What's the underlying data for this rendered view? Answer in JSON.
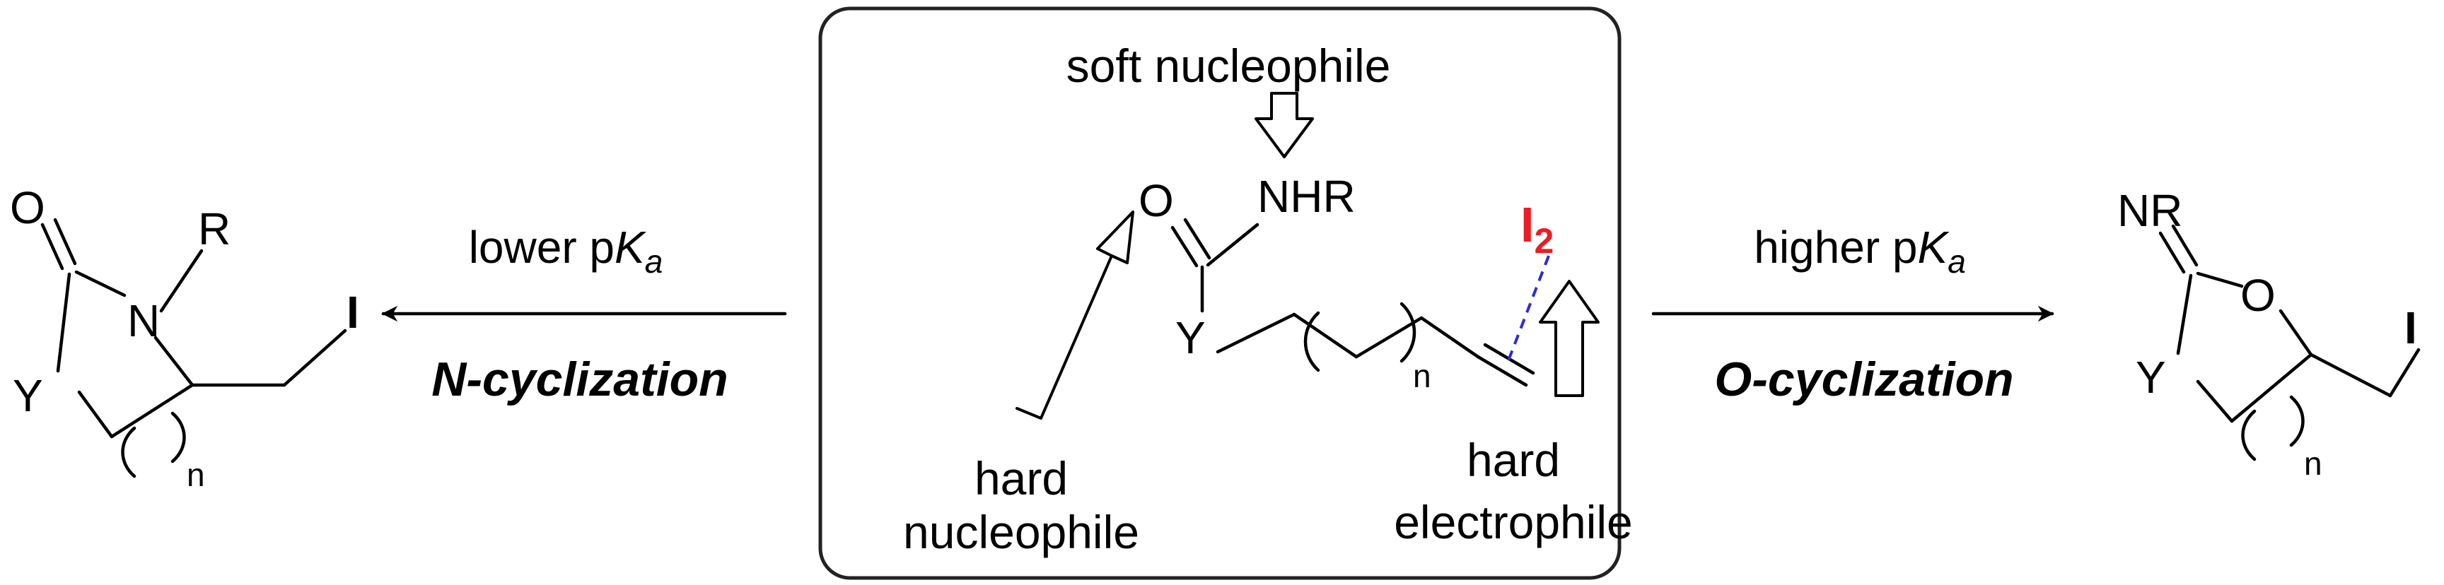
{
  "colors": {
    "iodine": "#ed1c24",
    "dashed_interaction": "#2b2bd9",
    "ink": "#000000",
    "box_border": "#222222"
  },
  "left_product": {
    "atom_o": "O",
    "atom_n": "N",
    "atom_r": "R",
    "atom_y": "Y",
    "atom_i": "I",
    "subscript_n": "n"
  },
  "left_arrow": {
    "condition_prefix": "lower p",
    "condition_k": "K",
    "condition_sub": "a",
    "pathway": "N-cyclization"
  },
  "center_box": {
    "soft_nucleophile_label": "soft nucleophile",
    "hard_nucleophile_line1": "hard",
    "hard_nucleophile_line2": "nucleophile",
    "hard_electrophile_line1": "hard",
    "hard_electrophile_line2": "electrophile",
    "atom_o": "O",
    "atom_nhr": "NHR",
    "atom_y": "Y",
    "subscript_n": "n",
    "iodine_symbol": "I",
    "iodine_subscript": "2"
  },
  "right_arrow": {
    "condition_prefix": "higher p",
    "condition_k": "K",
    "condition_sub": "a",
    "pathway": "O-cyclization"
  },
  "right_product": {
    "atom_nr": "NR",
    "atom_o": "O",
    "atom_y": "Y",
    "atom_i": "I",
    "subscript_n": "n"
  }
}
